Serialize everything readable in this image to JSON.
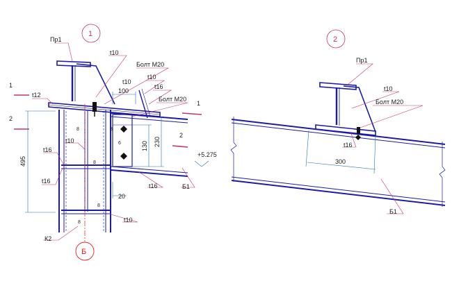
{
  "view1": {
    "marker": "1",
    "labels": {
      "pr1": "Пр1",
      "t10_top": "t10",
      "bolt_m20_top": "Болт М20",
      "t10_b": "t10",
      "t16_a": "t16",
      "bolt_m20_b": "Болт М20",
      "t12": "t12",
      "t10_c": "t10",
      "t16_left": "t16",
      "t16_left2": "t16",
      "t16_bottom": "t16",
      "t10_bottom": "t10",
      "b1": "Б1",
      "k2": "К2",
      "axis_b": "Б",
      "section1_left": "1",
      "section1_right": "1",
      "section2_left": "2",
      "section2_right": "2"
    },
    "dims": {
      "d100": "100",
      "d495": "495",
      "d130": "130",
      "d230": "230",
      "d20": "20",
      "elev": "+5.275"
    },
    "welds": {
      "w8a": "8",
      "w8b": "8",
      "w8c": "8",
      "w8d": "8",
      "w6": "6",
      "w8e": "8"
    }
  },
  "view2": {
    "marker": "2",
    "labels": {
      "pr1": "Пр1",
      "t10": "t10",
      "bolt_m20": "Болт М20",
      "t16": "t16",
      "b1": "Б1"
    },
    "dims": {
      "d300": "300"
    }
  },
  "colors": {
    "steel": "#1b1ba8",
    "leader": "#c8326e",
    "dim": "#2a6fb0",
    "axis": "#e02020",
    "black": "#1a1a1a"
  }
}
